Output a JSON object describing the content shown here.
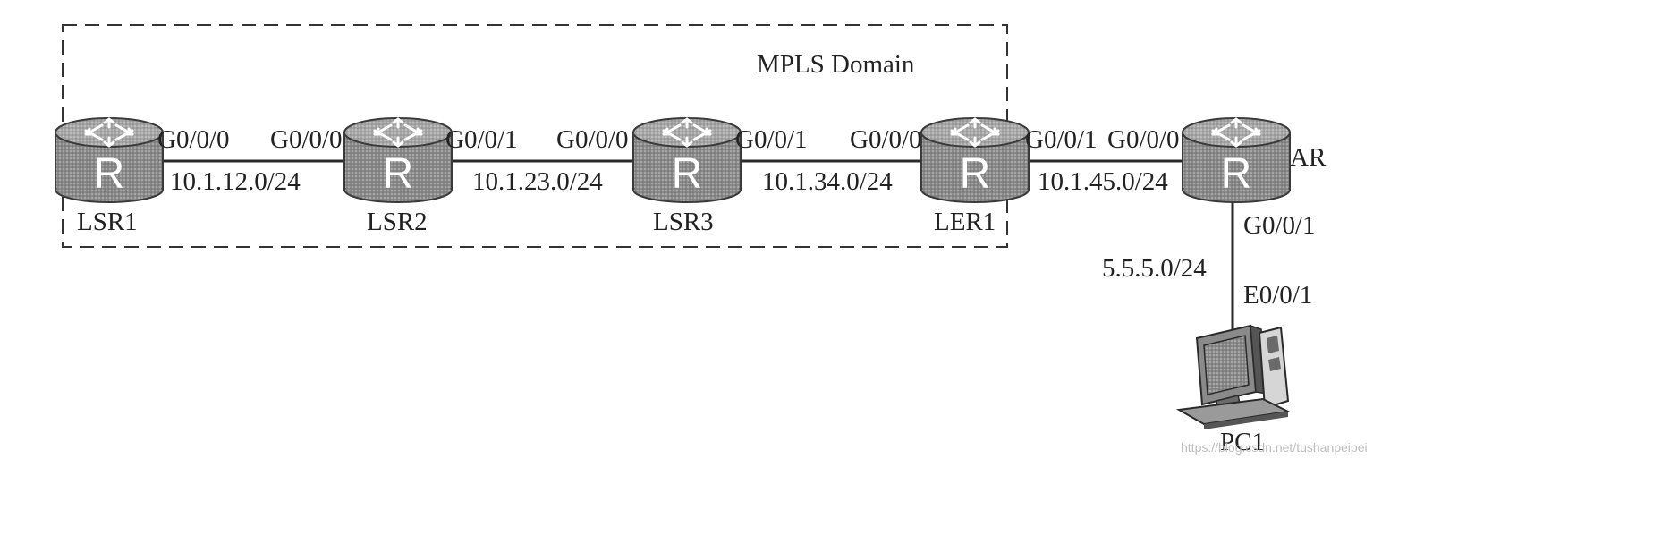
{
  "domain_title": "MPLS Domain",
  "devices": {
    "lsr1": {
      "name": "LSR1",
      "glyph": "R"
    },
    "lsr2": {
      "name": "LSR2",
      "glyph": "R"
    },
    "lsr3": {
      "name": "LSR3",
      "glyph": "R"
    },
    "ler1": {
      "name": "LER1",
      "glyph": "R"
    },
    "ar": {
      "name": "AR",
      "glyph": "R"
    },
    "pc1": {
      "name": "PC1"
    }
  },
  "links": [
    {
      "from": "LSR1",
      "to": "LSR2",
      "subnet": "10.1.12.0/24",
      "from_if": "G0/0/0",
      "to_if": "G0/0/0"
    },
    {
      "from": "LSR2",
      "to": "LSR3",
      "subnet": "10.1.23.0/24",
      "from_if": "G0/0/1",
      "to_if": "G0/0/0"
    },
    {
      "from": "LSR3",
      "to": "LER1",
      "subnet": "10.1.34.0/24",
      "from_if": "G0/0/1",
      "to_if": "G0/0/0"
    },
    {
      "from": "LER1",
      "to": "AR",
      "subnet": "10.1.45.0/24",
      "from_if": "G0/0/1",
      "to_if": "G0/0/0"
    },
    {
      "from": "AR",
      "to": "PC1",
      "subnet": "5.5.5.0/24",
      "from_if": "G0/0/1",
      "to_if": "E0/0/1"
    }
  ],
  "watermark": "https://blog.csdn.net/tushanpeipei",
  "colors": {
    "line": "#2a2a2a",
    "router_body": "#8c8c8c",
    "router_top": "#a8a8a8",
    "router_glyph": "#ffffff"
  }
}
